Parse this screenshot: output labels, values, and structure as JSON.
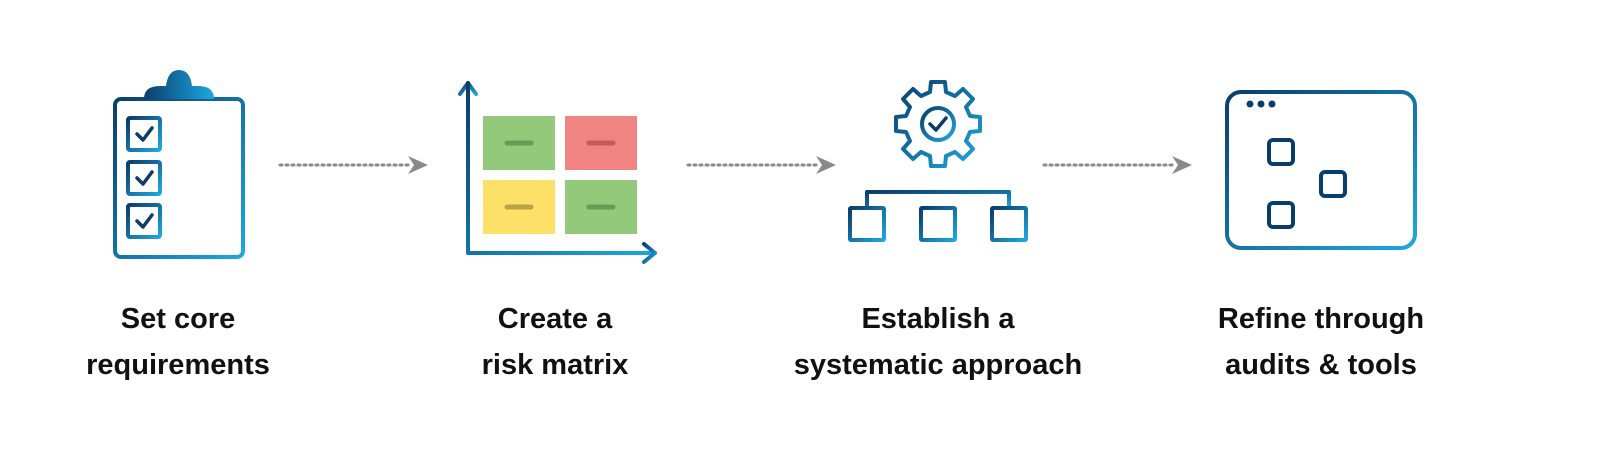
{
  "steps": [
    {
      "line1": "Set core",
      "line2": "requirements"
    },
    {
      "line1": "Create a",
      "line2": "risk matrix"
    },
    {
      "line1": "Establish a",
      "line2": "systematic approach"
    },
    {
      "line1": "Refine through",
      "line2": "audits & tools"
    }
  ],
  "colors": {
    "icon_dark": "#0a3d6b",
    "icon_light": "#1ea7e1",
    "text": "#111111",
    "arrow": "#8a8a8a",
    "matrix_green": "#92c97a",
    "matrix_red": "#f08482",
    "matrix_yellow": "#fde067"
  },
  "icons": [
    "clipboard-checklist-icon",
    "risk-matrix-icon",
    "gear-hierarchy-icon",
    "settings-sliders-icon"
  ]
}
